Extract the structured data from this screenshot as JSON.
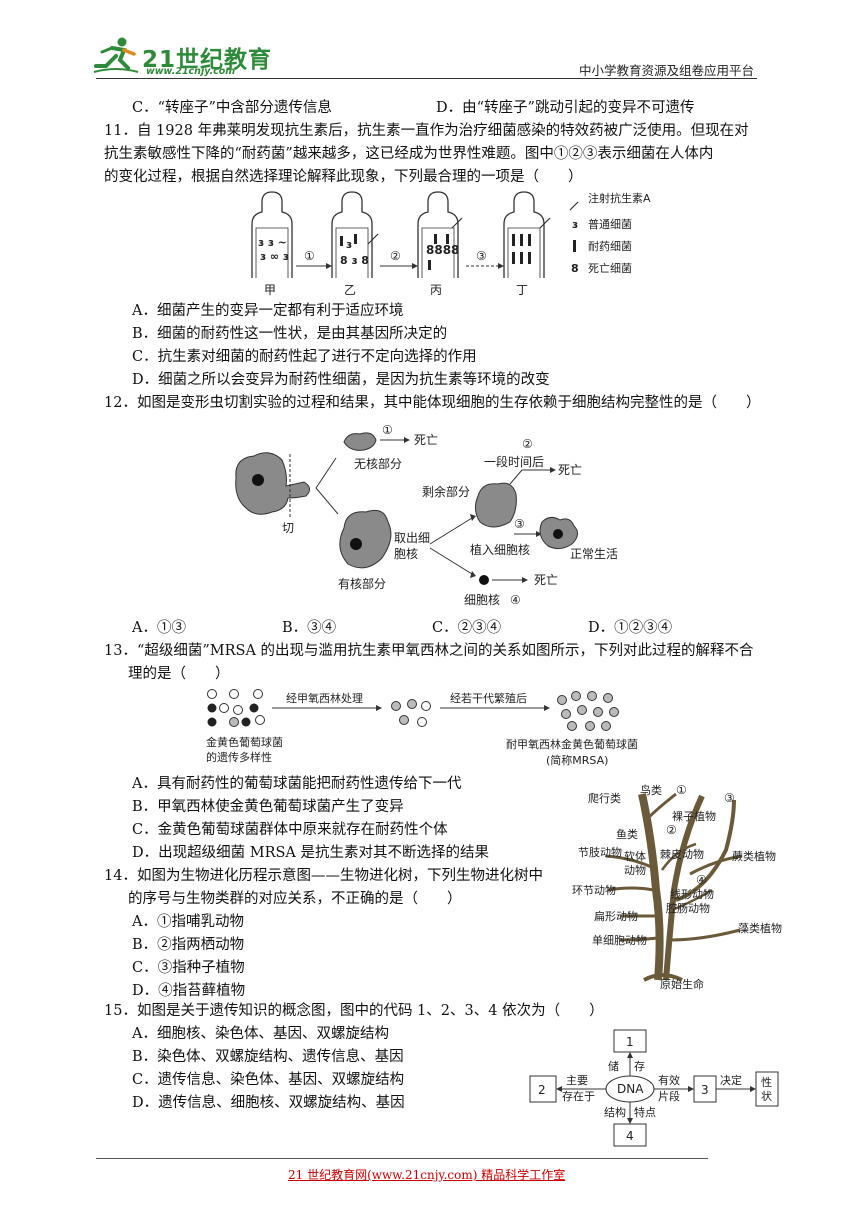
{
  "header": {
    "logo_main": "21世纪教育",
    "logo_url": "www.21cnjy.com",
    "right_text": "中小学教育资源及组卷应用平台"
  },
  "q10_tail": {
    "C": "C．“转座子”中含部分遗传信息",
    "D": "D．由“转座子”跳动引起的变异不可遗传"
  },
  "q11": {
    "stem": [
      "11．自 1928 年弗莱明发现抗生素后，抗生素一直作为治疗细菌感染的特效药被广泛使用。但现在对",
      "抗生素敏感性下降的“耐药菌”越来越多，这已经成为世界性难题。图中①②③表示细菌在人体内",
      "的变化过程，根据自然选择理论解释此现象，下列最合理的一项是（　　）"
    ],
    "figure": {
      "stages": [
        "甲",
        "乙",
        "丙",
        "丁"
      ],
      "steps": [
        "①",
        "②",
        "③"
      ],
      "legend": [
        "注射抗生素A",
        "普通细菌",
        "耐药细菌",
        "死亡细菌"
      ]
    },
    "options": [
      "A．细菌产生的变异一定都有利于适应环境",
      "B．细菌的耐药性这一性状，是由其基因所决定的",
      "C．抗生素对细菌的耐药性起了进行不定向选择的作用",
      "D．细菌之所以会变异为耐药性细菌，是因为抗生素等环境的改变"
    ]
  },
  "q12": {
    "stem": "12．如图是变形虫切割实验的过程和结果，其中能体现细胞的生存依赖于细胞结构完整性的是（　　）",
    "figure": {
      "cut": "切",
      "no_nucleus": "无核部分",
      "with_nucleus": "有核部分",
      "remaining": "剩余部分",
      "after_time": "一段时间后",
      "death1": "死亡",
      "death2": "死亡",
      "death3": "死亡",
      "take_out_1": "取出细",
      "take_out_2": "胞核",
      "implant": "植入细胞核",
      "normal": "正常生活",
      "nucleus": "细胞核",
      "m1": "①",
      "m2": "②",
      "m3": "③",
      "m4": "④"
    },
    "options": [
      "A．①③",
      "B．③④",
      "C．②③④",
      "D．①②③④"
    ]
  },
  "q13": {
    "stem": [
      "13．“超级细菌”MRSA 的出现与滥用抗生素甲氧西林之间的关系如图所示，下列对此过程的解释不合",
      "理的是（　　）"
    ],
    "figure": {
      "step1": "经甲氧西林处理",
      "step2": "经若干代繁殖后",
      "left_label_1": "金黄色葡萄球菌",
      "left_label_2": "的遗传多样性",
      "right_label_1": "耐甲氧西林金黄色葡萄球菌",
      "right_label_2": "(简称MRSA)"
    },
    "options": [
      "A．具有耐药性的葡萄球菌能把耐药性遗传给下一代",
      "B．甲氧西林使金黄色葡萄球菌产生了变异",
      "C．金黄色葡萄球菌群体中原来就存在耐药性个体",
      "D．出现超级细菌 MRSA 是抗生素对其不断选择的结果"
    ]
  },
  "q14": {
    "stem": [
      "14．如图为生物进化历程示意图——生物进化树，下列生物进化树中",
      "的序号与生物类群的对应关系，不正确的是（　　）"
    ],
    "options": [
      "A．①指哺乳动物",
      "B．②指两栖动物",
      "C．③指种子植物",
      "D．④指苔藓植物"
    ],
    "tree": {
      "reptiles": "爬行类",
      "birds": "鸟类",
      "fish": "鱼类",
      "arthropods": "节肢动物",
      "mollusks_1": "软体",
      "mollusks_2": "动物",
      "echinoderms": "棘皮动物",
      "annelids": "环节动物",
      "flatworms": "扁形动物",
      "unicellular": "单细胞动物",
      "gymnosperms": "裸子植物",
      "ferns": "蕨类植物",
      "nematodes": "线形动物",
      "coelenterates": "腔肠动物",
      "algae": "藻类植物",
      "origin": "原始生命",
      "m1": "①",
      "m2": "②",
      "m3": "③",
      "m4": "④"
    }
  },
  "q15": {
    "stem": "15．如图是关于遗传知识的概念图，图中的代码 1、2、3、4 依次为（　　）",
    "options": [
      "A．细胞核、染色体、基因、双螺旋结构",
      "B．染色体、双螺旋结构、遗传信息、基因",
      "C．遗传信息、染色体、基因、双螺旋结构",
      "D．遗传信息、细胞核、双螺旋结构、基因"
    ],
    "diagram": {
      "center": "DNA",
      "box1": "1",
      "box2": "2",
      "box3": "3",
      "box4": "4",
      "store_1": "储",
      "store_2": "存",
      "main_1": "主要",
      "main_2": "存在于",
      "valid_1": "有效",
      "valid_2": "片段",
      "struct_1": "结构",
      "struct_2": "特点",
      "decide": "决定",
      "trait_1": "性",
      "trait_2": "状"
    }
  },
  "footer": {
    "text": "21 世纪教育网(www.21cnjy.com) 精品科学工作室"
  },
  "colors": {
    "logo_green": "#2e8b3a",
    "footer_red": "#cc0000"
  }
}
